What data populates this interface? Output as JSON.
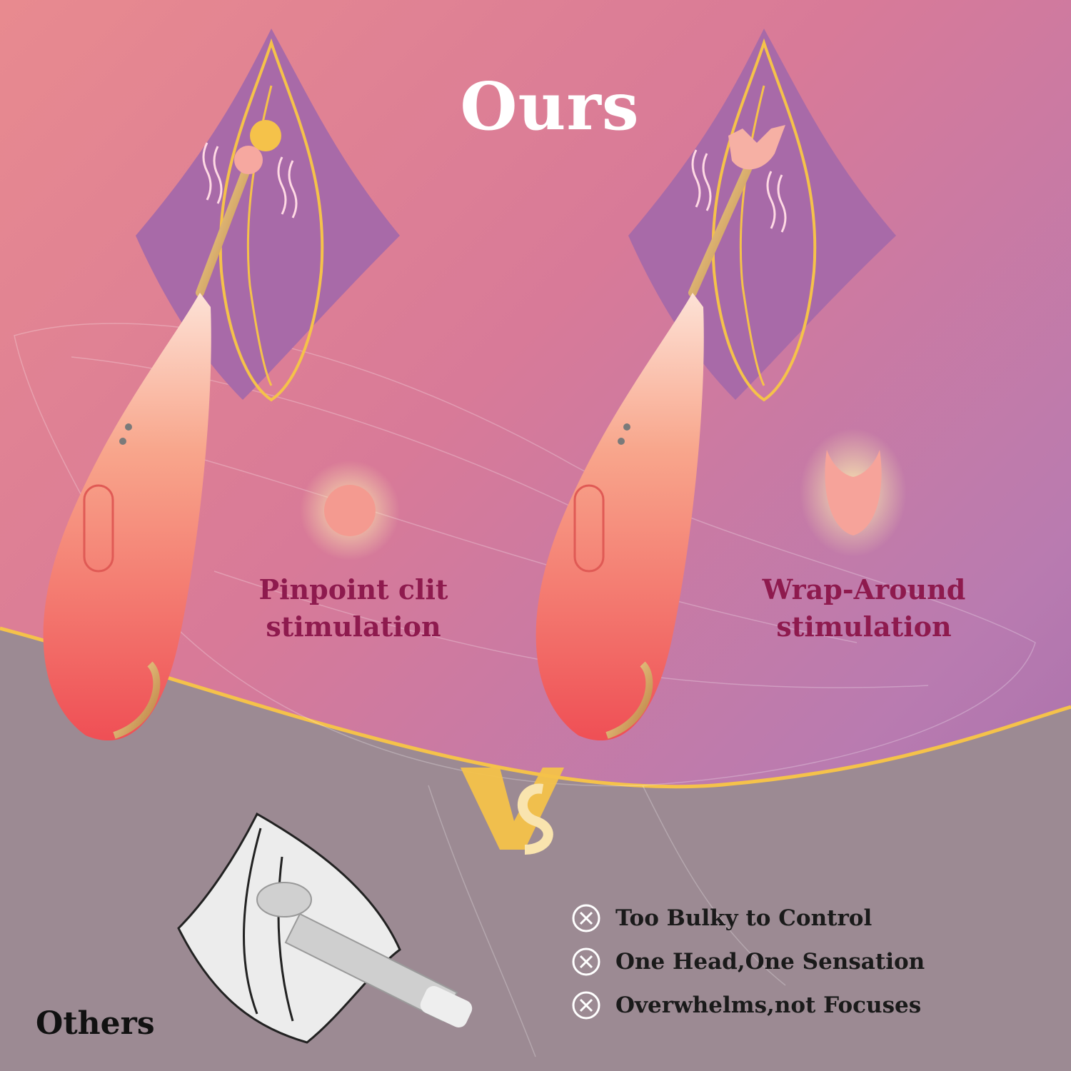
{
  "headline": "Ours",
  "captions": {
    "left_line1": "Pinpoint clit",
    "left_line2": "stimulation",
    "right_line1": "Wrap-Around",
    "right_line2": "stimulation"
  },
  "versus_label": "VS",
  "others_label": "Others",
  "drawbacks": [
    {
      "text": "Too Bulky to Control",
      "icon": "x-circle-icon"
    },
    {
      "text": "One Head,One Sensation",
      "icon": "x-circle-icon"
    },
    {
      "text": "Overwhelms,not Focuses",
      "icon": "x-circle-icon"
    }
  ],
  "colors": {
    "background_top": "#d87a98",
    "background_bottom": "#9a8590",
    "caption": "#8e1a4e",
    "accent_gold": "#f5c24a",
    "product_coral": "#f2685f"
  }
}
